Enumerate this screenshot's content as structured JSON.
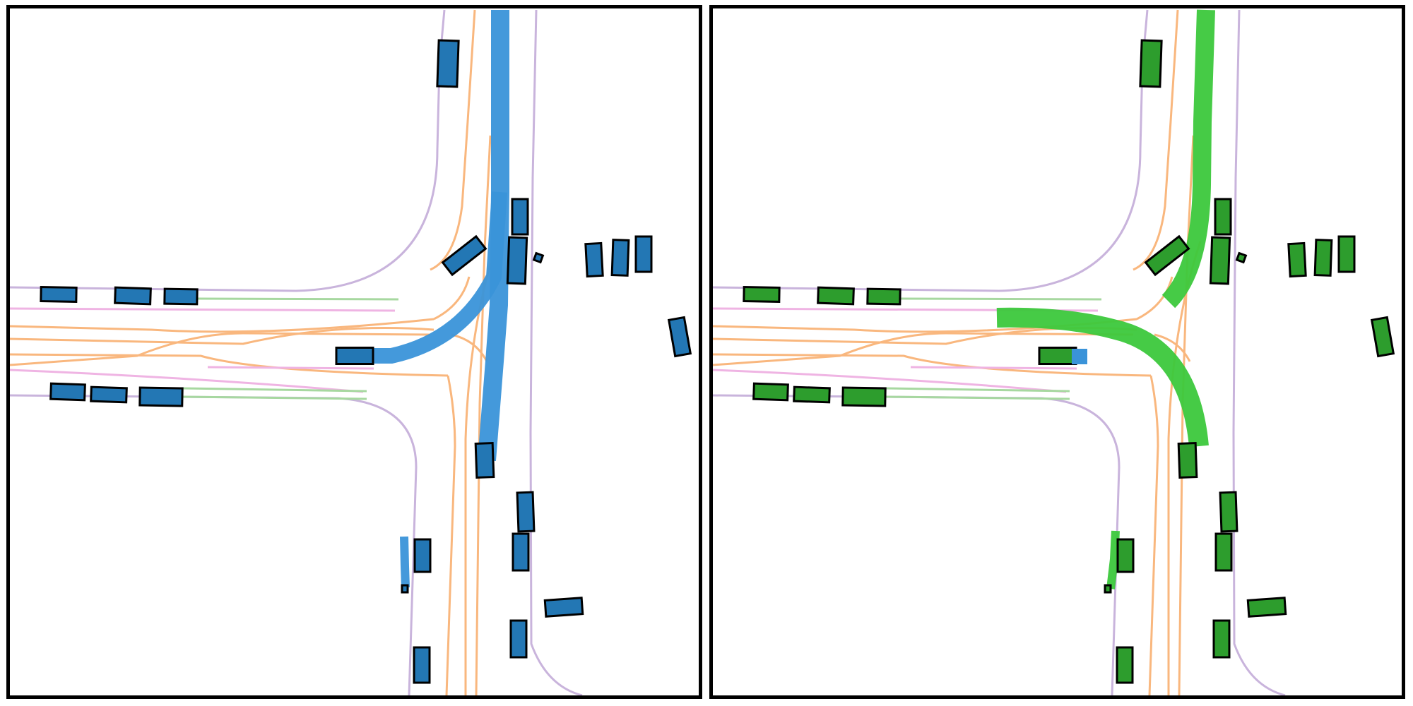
{
  "figure": {
    "panels": [
      {
        "id": "left",
        "scheme": "blue"
      },
      {
        "id": "right",
        "scheme": "green"
      }
    ]
  },
  "colors": {
    "panel_border": "#000000",
    "lane_boundary": "#c9b4dc",
    "lane_center": "#f9b77e",
    "crosswalk_pink": "#efb4e3",
    "crosswalk_green": "#a7d8a0",
    "left_vehicle_fill": "#2377b4",
    "left_trajectory": "#3a93d9",
    "right_vehicle_fill": "#2d9d2d",
    "right_trajectory": "#3cc83c",
    "vehicle_outline": "#000000"
  },
  "icons": {
    "vehicle": "vehicle-box-icon",
    "trajectory": "trajectory-path-icon"
  }
}
